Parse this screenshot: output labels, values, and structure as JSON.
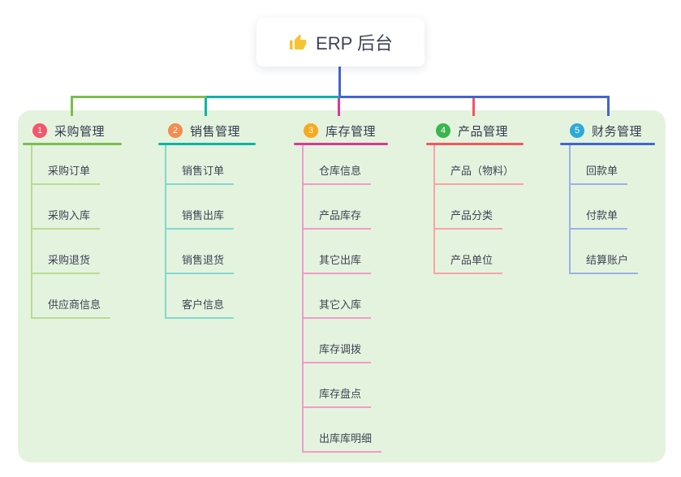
{
  "root": {
    "title": "ERP 后台",
    "icon": "thumbs-up-icon",
    "icon_color": "#f6c332"
  },
  "colors": {
    "canvas_bg": "#ffffff",
    "panel_bg": "#e4f3de",
    "root_connector": "#4463d4",
    "header_text": "#333a4e",
    "child_text": "#3d4254"
  },
  "branches": [
    {
      "number": "1",
      "title": "采购管理",
      "badge_color": "#f4566c",
      "line_color": "#7dbd4e",
      "child_line_color": "#b8dc90",
      "children": [
        "采购订单",
        "采购入库",
        "采购退货",
        "供应商信息"
      ]
    },
    {
      "number": "2",
      "title": "销售管理",
      "badge_color": "#f68b4e",
      "line_color": "#0db4a6",
      "child_line_color": "#81d8d0",
      "children": [
        "销售订单",
        "销售出库",
        "销售退货",
        "客户信息"
      ]
    },
    {
      "number": "3",
      "title": "库存管理",
      "badge_color": "#f8a91c",
      "line_color": "#d53a97",
      "child_line_color": "#f29aca",
      "children": [
        "仓库信息",
        "产品库存",
        "其它出库",
        "其它入库",
        "库存调拨",
        "库存盘点",
        "出库库明细"
      ]
    },
    {
      "number": "4",
      "title": "产品管理",
      "badge_color": "#3bb54e",
      "line_color": "#f4555e",
      "child_line_color": "#f9a3a8",
      "children": [
        "产品（物料）",
        "产品分类",
        "产品单位"
      ]
    },
    {
      "number": "5",
      "title": "财务管理",
      "badge_color": "#2ea8da",
      "line_color": "#4463d4",
      "child_line_color": "#9cb0e8",
      "children": [
        "回款单",
        "付款单",
        "结算账户"
      ]
    }
  ]
}
